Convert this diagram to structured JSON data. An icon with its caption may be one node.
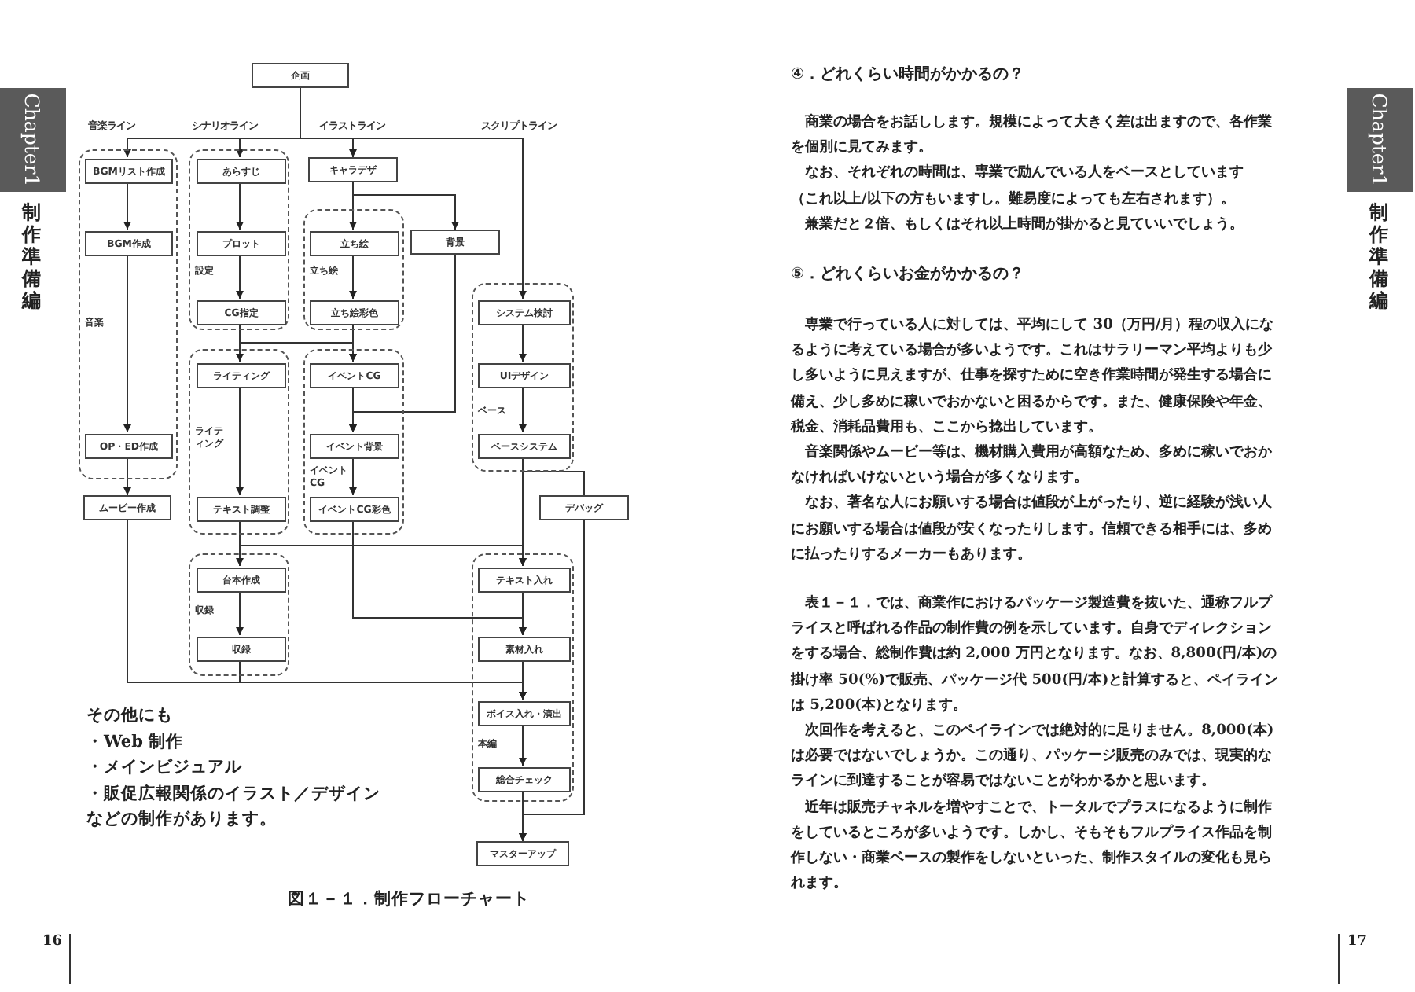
{
  "diagram": {
    "caption": "図１－１．制作フローチャート",
    "nodes": [
      {
        "text": [
          "企画"
        ]
      },
      {
        "text": [
          "音楽"
        ]
      },
      {
        "text": [
          "BGMリスト作成"
        ],
        "in": 1
      },
      {
        "text": [
          "BGM作成"
        ],
        "in": 1
      },
      {
        "text": [
          "OP・ED作成"
        ],
        "in": 1
      },
      {
        "text": [
          "設定"
        ]
      },
      {
        "text": [
          "あらすじ"
        ],
        "in": 5
      },
      {
        "text": [
          "プロット"
        ],
        "in": 5
      },
      {
        "text": [
          "CG指定"
        ],
        "in": 5
      },
      {
        "text": [
          "キャラデザ"
        ]
      },
      {
        "text": [
          "立ち絵"
        ]
      },
      {
        "text": [
          "立ち絵"
        ],
        "in": 10
      },
      {
        "text": [
          "立ち絵彩色"
        ],
        "in": 10
      },
      {
        "text": [
          "背景"
        ]
      },
      {
        "text": [
          "ベース"
        ]
      },
      {
        "text": [
          "システム検討"
        ],
        "in": 14
      },
      {
        "text": [
          "UIデザイン"
        ],
        "in": 14
      },
      {
        "text": [
          "ベースシステム"
        ],
        "in": 14
      },
      {
        "text": [
          "ライティング"
        ]
      },
      {
        "text": [
          "ライティング"
        ],
        "in": 18
      },
      {
        "text": [
          "テキスト調整"
        ],
        "in": 18
      },
      {
        "text": [
          "イベントCG"
        ]
      },
      {
        "text": [
          "イベントCG"
        ],
        "in": 21
      },
      {
        "text": [
          "イベント背景"
        ],
        "in": 21
      },
      {
        "text": [
          "イベントCG彩色"
        ],
        "in": 21
      },
      {
        "text": [
          "ムービー作成"
        ]
      },
      {
        "text": [
          "デバッグ"
        ]
      },
      {
        "text": [
          "収録"
        ]
      },
      {
        "text": [
          "台本作成"
        ],
        "in": 27
      },
      {
        "text": [
          "収録"
        ],
        "in": 27
      },
      {
        "text": [
          "本編"
        ]
      },
      {
        "text": [
          "テキスト入れ"
        ],
        "in": 30
      },
      {
        "text": [
          "素材入れ"
        ],
        "in": 30
      },
      {
        "text": [
          "ボイス入れ・演出"
        ],
        "in": 30
      },
      {
        "text": [
          "総合チェック"
        ],
        "in": 30
      },
      {
        "text": [
          "マスターアップ"
        ]
      }
    ],
    "edges": [
      {
        "from": 0,
        "to": 2,
        "arrow": "to"
      },
      {
        "from": 0,
        "to": 6,
        "arrow": "to"
      },
      {
        "from": 0,
        "to": 9,
        "arrow": "to"
      },
      {
        "from": 0,
        "to": 15,
        "arrow": "to"
      },
      {
        "from": 2,
        "to": 3,
        "arrow": "to"
      },
      {
        "from": 3,
        "to": 4,
        "arrow": "to"
      },
      {
        "from": 4,
        "to": 25,
        "arrow": "to"
      },
      {
        "from": 6,
        "to": 7,
        "arrow": "to"
      },
      {
        "from": 7,
        "to": 8,
        "arrow": "to"
      },
      {
        "from": 8,
        "to": 19,
        "arrow": "to"
      },
      {
        "from": 8,
        "to": 22,
        "arrow": "to"
      },
      {
        "from": 9,
        "to": 11,
        "arrow": "to"
      },
      {
        "from": 9,
        "to": 13,
        "arrow": "to"
      },
      {
        "from": 11,
        "to": 12,
        "arrow": "to"
      },
      {
        "from": 12,
        "to": 22,
        "arrow": "to"
      },
      {
        "from": 13,
        "to": 23,
        "arrow": "to"
      },
      {
        "from": 22,
        "to": 23,
        "arrow": "to"
      },
      {
        "from": 23,
        "to": 24,
        "arrow": "to"
      },
      {
        "from": 24,
        "to": 32,
        "arrow": "to"
      },
      {
        "from": 15,
        "to": 16,
        "arrow": "to"
      },
      {
        "from": 16,
        "to": 17,
        "arrow": "to"
      },
      {
        "from": 17,
        "to": 31,
        "arrow": "to"
      },
      {
        "from": 17,
        "to": 26,
        "arrow": "none"
      },
      {
        "from": 19,
        "to": 20,
        "arrow": "to"
      },
      {
        "from": 20,
        "to": 28,
        "arrow": "to"
      },
      {
        "from": 20,
        "to": 31,
        "arrow": "to"
      },
      {
        "from": 28,
        "to": 29,
        "arrow": "to"
      },
      {
        "from": 29,
        "to": 33,
        "arrow": "to"
      },
      {
        "from": 25,
        "to": 33,
        "arrow": "to"
      },
      {
        "from": 31,
        "to": 32,
        "arrow": "to"
      },
      {
        "from": 32,
        "to": 33,
        "arrow": "to"
      },
      {
        "from": 33,
        "to": 34,
        "arrow": "to"
      },
      {
        "from": 34,
        "to": 35,
        "arrow": "to"
      },
      {
        "from": 26,
        "to": 35,
        "arrow": "to"
      }
    ],
    "labels": [
      "Chapter1",
      "制作準備編",
      "音楽ライン",
      "シナリオライン",
      "イラストライン",
      "スクリプトライン",
      "その他にも",
      "・Web 制作",
      "・メインビジュアル",
      "・販促広報関係のイラスト／デザイン",
      "などの制作があります。",
      "16",
      "④．どれくらい時間がかかるの？",
      "商業の場合をお話しします。規模によって大きく差は出ますので、各作業を個別に見てみます。",
      "なお、それぞれの時間は、専業で励んでいる人をベースとしています",
      "（これ以上/以下の方もいますし。難易度によっても左右されます）。",
      "兼業だと２倍、もしくはそれ以上時間が掛かると見ていいでしょう。",
      "⑤．どれくらいお金がかかるの？",
      "専業で行っている人に対しては、平均にして 30（万円/月）程の収入になるように考えている場合が多いようです。これはサラリーマン平均よりも少し多いように見えますが、仕事を探すために空き作業時間が発生する場合に備え、少し多めに稼いでおかないと困るからです。また、健康保険や年金、税金、消耗品費用も、ここから捻出しています。",
      "音楽関係やムービー等は、機材購入費用が高額なため、多めに稼いでおかなければいけないという場合が多くなります。",
      "なお、著名な人にお願いする場合は値段が上がったり、逆に経験が浅い人にお願いする場合は値段が安くなったりします。信頼できる相手には、多めに払ったりするメーカーもあります。",
      "表１－１．では、商業作におけるパッケージ製造費を抜いた、通称フルプライスと呼ばれる作品の制作費の例を示しています。自身でディレクションをする場合、総制作費は約 2,000 万円となります。なお、8,800(円/本)の掛け率 50(%)で販売、パッケージ代 500(円/本)と計算すると、ペイラインは 5,200(本)となります。",
      "次回作を考えると、このペイラインでは絶対的に足りません。8,000(本)は必要ではないでしょうか。この通り、パッケージ販売のみでは、現実的なラインに到達することが容易ではないことがわかるかと思います。",
      "近年は販売チャネルを増やすことで、トータルでプラスになるように制作をしているところが多いようです。しかし、そもそもフルプライス作品を制作しない・商業ベースの製作をしないといった、制作スタイルの変化も見られます。",
      "Chapter1",
      "制作準備編",
      "17"
    ]
  }
}
